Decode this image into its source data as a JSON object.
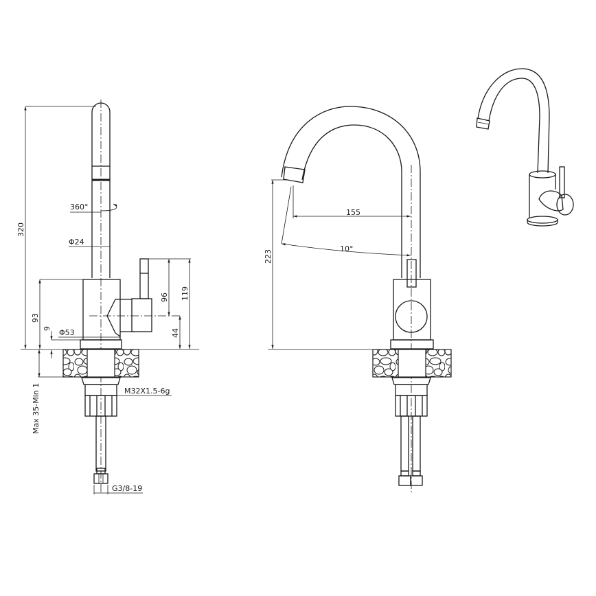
{
  "drawing": {
    "title": "Kitchen faucet technical drawing",
    "views": [
      "side-view",
      "front-view",
      "isometric-view"
    ]
  },
  "side_view": {
    "dimensions": {
      "overall_height": "320",
      "rotation": "360°",
      "spout_diameter": "Φ24",
      "handle_height": "119",
      "handle_to_axis": "96",
      "axis_height": "44",
      "body_height": "93",
      "base_step": "9",
      "base_diameter": "Φ53",
      "counter_thickness": "Max 35-Min 1",
      "thread": "M32X1.5-6g",
      "hose_thread": "G3/8-19"
    }
  },
  "front_view": {
    "dimensions": {
      "spout_height": "223",
      "spout_reach": "155",
      "spout_angle": "10°"
    }
  },
  "colors": {
    "line": "#1a1a1a",
    "background": "#ffffff"
  }
}
